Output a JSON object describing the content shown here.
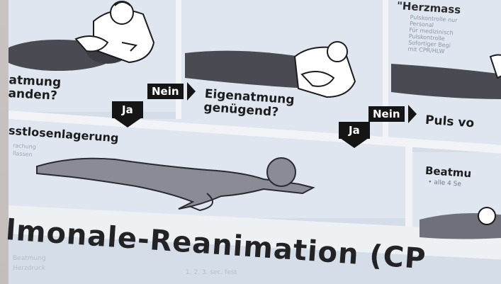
{
  "poster": {
    "headline": "lmonale-Reanimation (CP",
    "top_right_header": "\"Herzmass",
    "top_right_lines": [
      "Pulskontrolle nur",
      "Personal",
      "Für medizinisch",
      "Pulskontrolle",
      "Sofortiger Begi",
      "mit CPR/HLW"
    ],
    "q_left": "atmung\nanden?",
    "q_mid": "Eigenatmung\ngenügend?",
    "q_right": "Puls vo",
    "label_nein_1": "Nein",
    "label_nein_2": "Nein",
    "label_ja_1": "Ja",
    "label_ja_2": "Ja",
    "section_left": "sstlosenlagerung",
    "section_left_sub": [
      "rachung",
      "llassen"
    ],
    "section_right": "Beatmu",
    "section_right_sub": "• alle 4 Se",
    "bottom_small": [
      "Beatmung",
      "Herzdruck"
    ],
    "bottom_right_small": "1. 2. 3. sec. fest"
  },
  "colors": {
    "poster_bg": "#d4dde8",
    "text_dark": "#1c1c1e",
    "tag_black": "#151515",
    "figure_gray": "#4a4a52"
  }
}
